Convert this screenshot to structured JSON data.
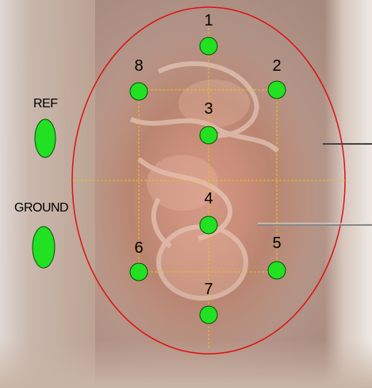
{
  "labels": {
    "ref": "REF",
    "ground": "GROUND"
  },
  "electrodes": [
    {
      "id": "1",
      "label": "1"
    },
    {
      "id": "2",
      "label": "2"
    },
    {
      "id": "3",
      "label": "3"
    },
    {
      "id": "4",
      "label": "4"
    },
    {
      "id": "5",
      "label": "5"
    },
    {
      "id": "6",
      "label": "6"
    },
    {
      "id": "7",
      "label": "7"
    },
    {
      "id": "8",
      "label": "8"
    }
  ],
  "colors": {
    "electrode_fill": "#22e022",
    "electrode_stroke": "#0a4a0a",
    "boundary": "#e01010",
    "grid_lines": "#e8c21a",
    "pointer_lines": "#555555"
  }
}
